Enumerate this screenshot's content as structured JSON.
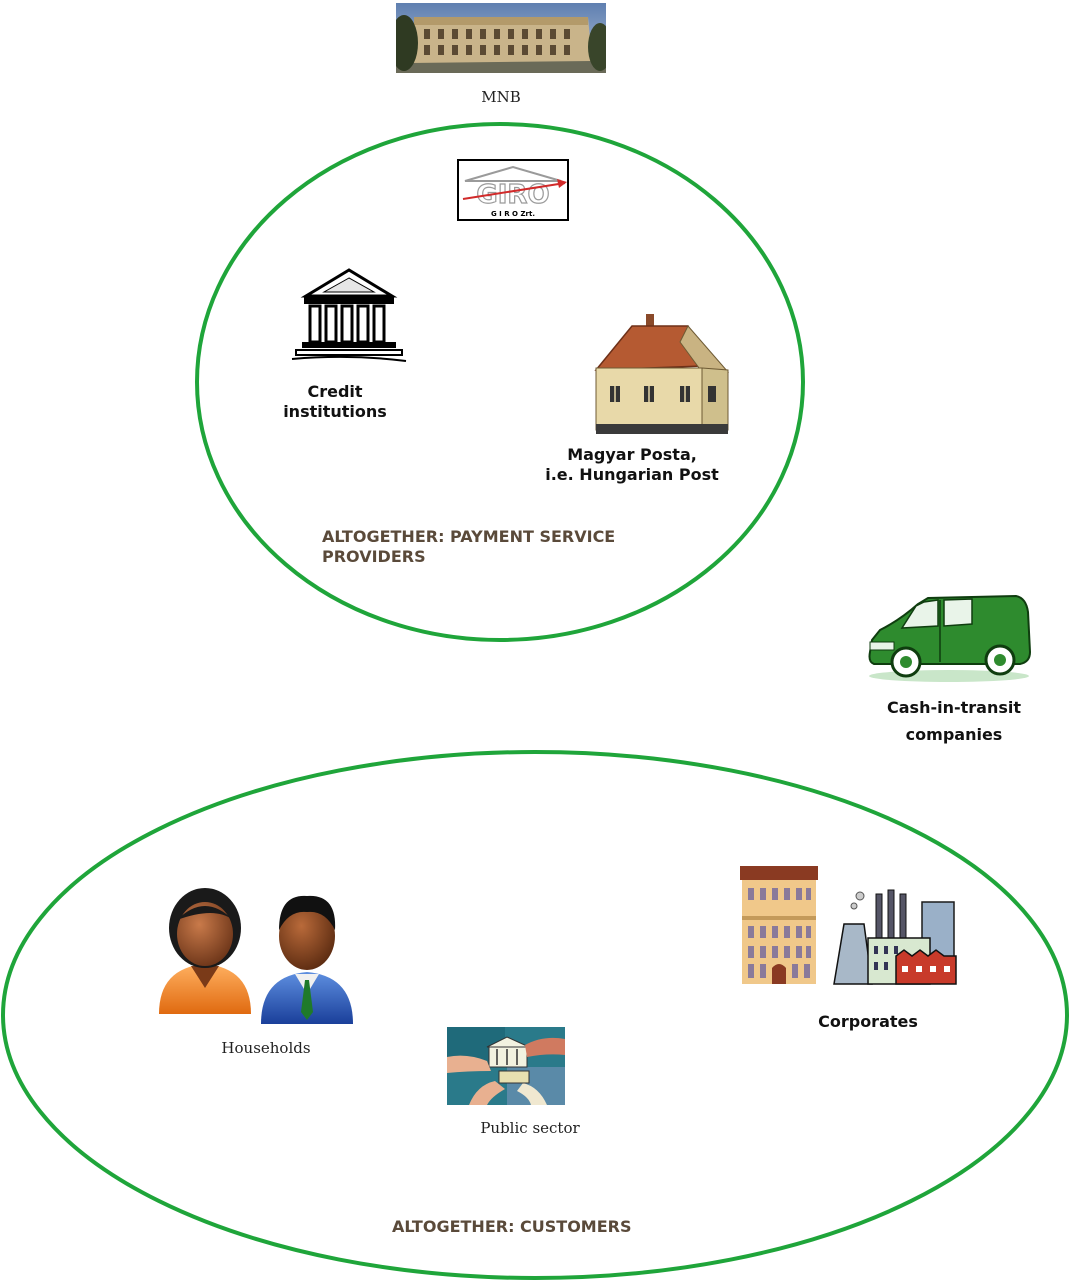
{
  "mnb": {
    "label": "MNB"
  },
  "providers": {
    "giro_logo_text": "GIRO",
    "giro_logo_subtext": "G I R O  Zrt.",
    "credit_label_1": "Credit",
    "credit_label_2": "institutions",
    "post_label_1": "Magyar Posta,",
    "post_label_2": "i.e. Hungarian Post",
    "group_label_1": "ALTOGETHER: PAYMENT SERVICE",
    "group_label_2": "PROVIDERS"
  },
  "cit": {
    "label_1": "Cash-in-transit",
    "label_2": "companies"
  },
  "customers": {
    "households_label": "Households",
    "public_label": "Public sector",
    "corporates_label": "Corporates",
    "group_label": "ALTOGETHER: CUSTOMERS"
  },
  "colors": {
    "ellipse": "#1fa53a",
    "van": "#2e8b2e",
    "group_text": "#5a4a3a"
  }
}
